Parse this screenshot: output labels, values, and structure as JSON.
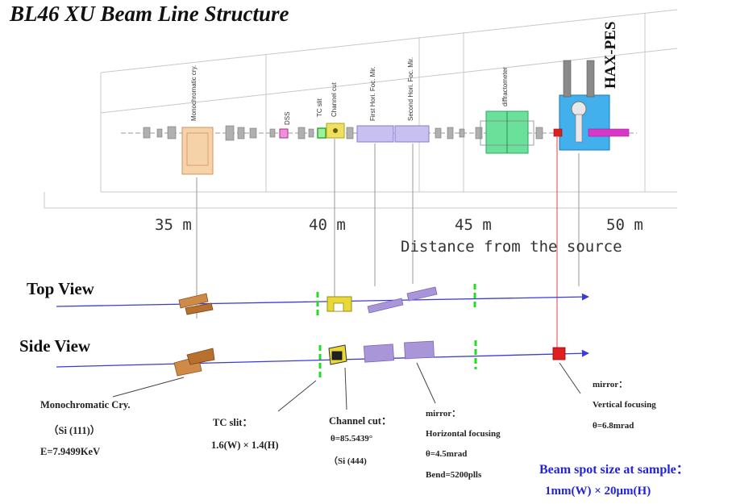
{
  "title": "BL46 XU Beam Line Structure",
  "distance_axis": {
    "tick_labels": [
      "35 m",
      "40 m",
      "45 m",
      "50 m"
    ],
    "caption": "Distance from the source"
  },
  "component_labels": {
    "monochromatic_cry": "Monochromatic cry.",
    "dss": "DSS",
    "tc_slit": "TC slit",
    "channel_cut": "Channel cut",
    "first_mirror": "First Hori. Foc. Mir.",
    "second_mirror": "Second Hori. Foc. Mir.",
    "diffractometer": "diffractometer",
    "hax_pes": "HAX-PES"
  },
  "views": {
    "top": "Top View",
    "side": "Side View"
  },
  "annotations": {
    "mono": {
      "line1": "Monochromatic Cry.",
      "line2": "（Si (111)）",
      "line3": "E=7.9499KeV"
    },
    "tc_slit": {
      "line1": "TC slit：",
      "line2": "1.6(W) × 1.4(H)"
    },
    "channel_cut": {
      "line1": "Channel cut：",
      "line2": "θ=85.5439°",
      "line3": "（Si (444)"
    },
    "mirror_horizontal": {
      "line1": "mirror：",
      "line2": "Horizontal focusing",
      "line3": "θ=4.5mrad",
      "line4": "Bend=5200plls"
    },
    "mirror_vertical": {
      "line1": "mirror：",
      "line2": "Vertical focusing",
      "line3": "θ=6.8mrad"
    },
    "beam_spot": {
      "line1": "Beam spot size at sample：",
      "line2": "1mm(W) × 20μm(H)"
    }
  },
  "colors": {
    "beam": "#3b3bd8",
    "slit": "#22cc22",
    "crystal": "#c87a3a",
    "channel_cut": "#d8c828",
    "mirror": "#a896d8",
    "diffractometer": "#5ddc8a",
    "haxpes": "#3aa8e8",
    "sample": "#e02020",
    "magenta": "#d838c8"
  }
}
